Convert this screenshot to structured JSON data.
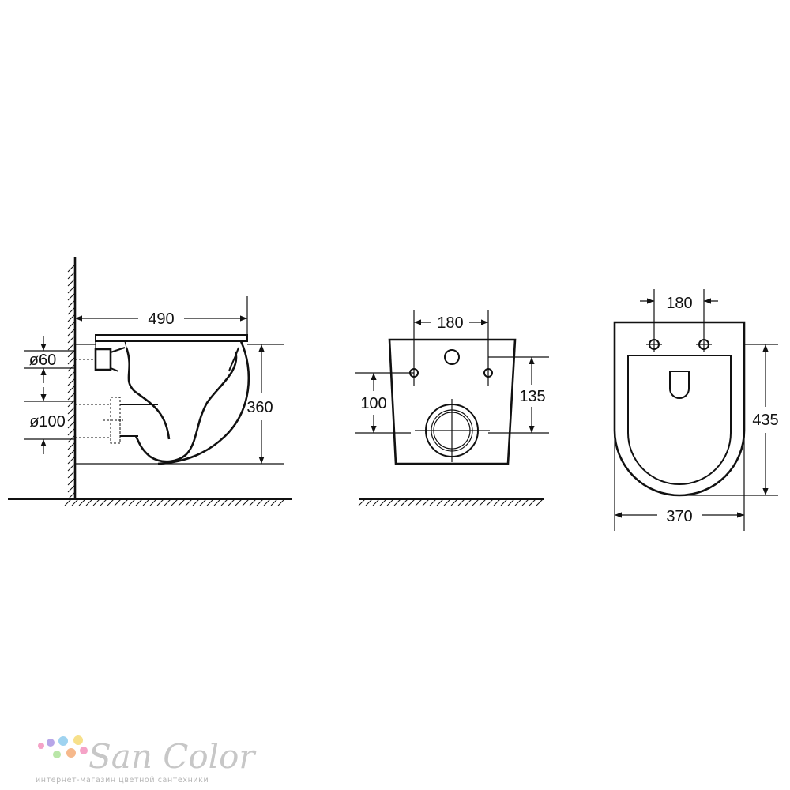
{
  "side_view": {
    "width_label": "490",
    "height_label": "360",
    "inlet_label": "ø60",
    "outlet_label": "ø100"
  },
  "rear_view": {
    "bolt_spacing_label": "180",
    "bolt_height_label": "100",
    "outlet_height_label": "135"
  },
  "top_view": {
    "bolt_spacing_label": "180",
    "length_label": "435",
    "width_label": "370"
  },
  "logo": {
    "brand": "San Color",
    "tagline": "интернет-магазин цветной сантехники",
    "dot_colors": [
      "#f5a3c7",
      "#b7a6e8",
      "#9fd3f0",
      "#f7e08a",
      "#b9e6a8",
      "#f6b98c"
    ]
  }
}
